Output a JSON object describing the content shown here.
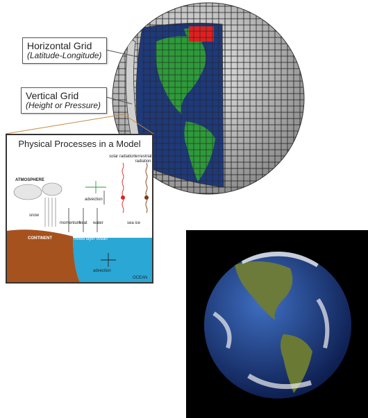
{
  "globe_labels": {
    "horizontal_grid": {
      "title": "Horizontal Grid",
      "subtitle": "(Latitude-Longitude)"
    },
    "vertical_grid": {
      "title": "Vertical Grid",
      "subtitle": "(Height or Pressure)"
    }
  },
  "processes": {
    "title": "Physical Processes in a Model",
    "atmosphere": "ATMOSPHERE",
    "advection_top": "advection",
    "solar_radiation": "solar radiation",
    "terrestrial_radiation": "terrestrial radiation",
    "snow": "snow",
    "momentum": "momentum",
    "heat": "heat",
    "water": "water",
    "sea_ice": "sea ice",
    "continent": "CONTINENT",
    "mixed_layer_ocean": "mixed layer ocean",
    "advection_bottom": "advection",
    "ocean": "OCEAN"
  },
  "colors": {
    "ocean_water": "#2aa7d4",
    "continent": "#a6521e",
    "globe_ocean": "#1f3a7a",
    "globe_land": "#2e9a3a",
    "grid_cell_red": "#e02020"
  }
}
